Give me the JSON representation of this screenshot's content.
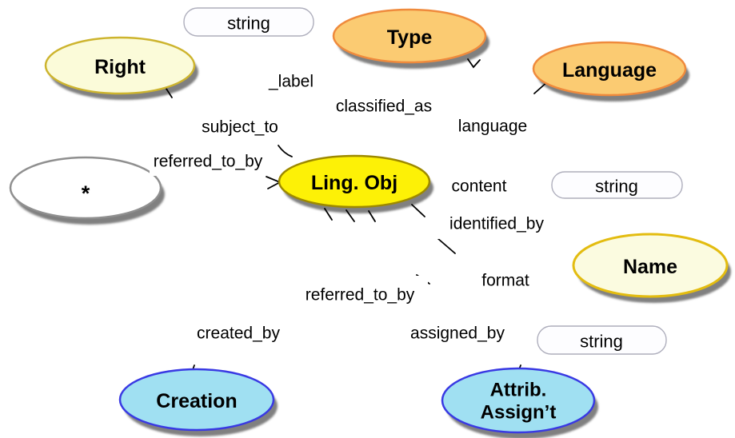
{
  "diagram": {
    "background": "#FFFFFF",
    "shadow_color": "#757575",
    "line_color": "#000000",
    "nodes": {
      "right": {
        "label": "Right",
        "fill": "#FBFBD9",
        "stroke": "#CDB42E"
      },
      "type": {
        "label": "Type",
        "fill": "#FBCB72",
        "stroke": "#EF8A3C"
      },
      "language": {
        "label": "Language",
        "fill": "#FBCB72",
        "stroke": "#EF8A3C"
      },
      "star": {
        "label": "*",
        "fill": "#FFFFFF",
        "stroke": "#8F8F8F"
      },
      "ling_obj": {
        "label": "Ling. Obj",
        "fill": "#FDF106",
        "stroke": "#9D8900"
      },
      "name": {
        "label": "Name",
        "fill": "#FBFBE0",
        "stroke": "#E3BC10"
      },
      "creation": {
        "label": "Creation",
        "fill": "#A0E0F2",
        "stroke": "#3939E3"
      },
      "attrib": {
        "label_line1": "Attrib.",
        "label_line2": "Assign’t",
        "fill": "#A0E0F2",
        "stroke": "#3939E3"
      }
    },
    "datatype_boxes": {
      "top": "string",
      "right": "string",
      "bottom": "string"
    },
    "edge_labels": {
      "label_prop": "_label",
      "classified_as": "classified_as",
      "language_prop": "language",
      "subject_to": "subject_to",
      "referred_to_by_upper": "referred_to_by",
      "content": "content",
      "identified_by": "identified_by",
      "format": "format",
      "referred_to_by_lower": "referred_to_by",
      "created_by": "created_by",
      "assigned_by": "assigned_by"
    }
  }
}
